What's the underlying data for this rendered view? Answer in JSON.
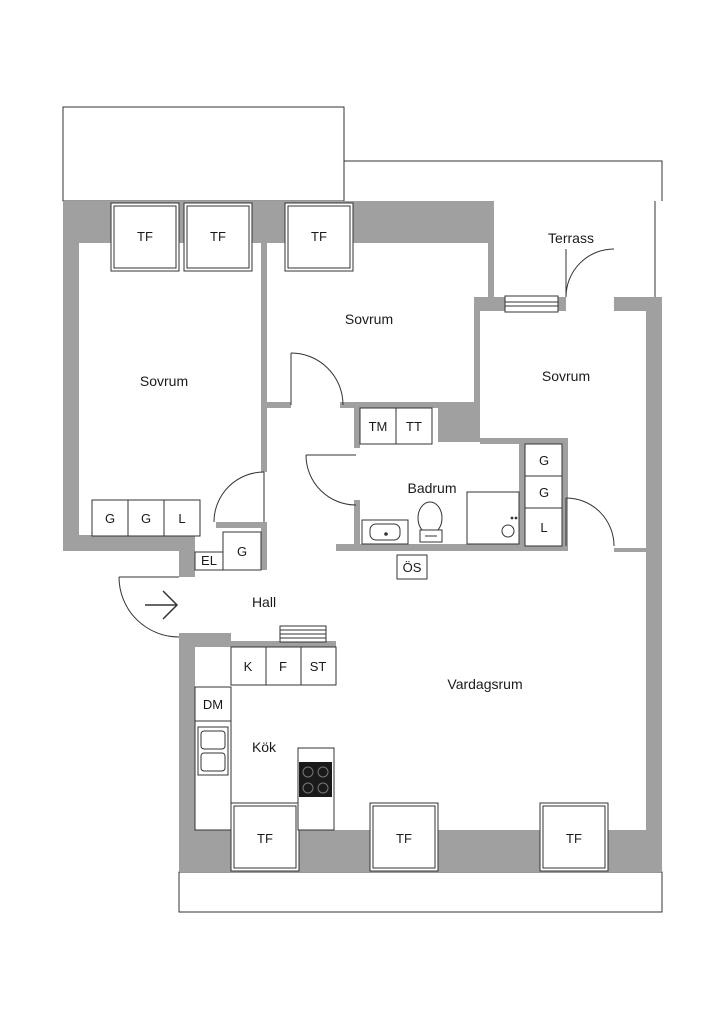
{
  "rooms": {
    "sovrum_1": "Sovrum",
    "sovrum_2": "Sovrum",
    "sovrum_3": "Sovrum",
    "terrass": "Terrass",
    "badrum": "Badrum",
    "hall": "Hall",
    "vardagsrum": "Vardagsrum",
    "kok": "Kök"
  },
  "fixtures": {
    "tf": "TF",
    "tm": "TM",
    "tt": "TT",
    "g": "G",
    "l": "L",
    "el": "EL",
    "os": "ÖS",
    "k": "K",
    "f": "F",
    "st": "ST",
    "dm": "DM"
  },
  "colors": {
    "wall": "#a0a0a0",
    "line": "#333333",
    "background": "#ffffff"
  },
  "icons": [
    "entrance-arrow-icon",
    "sink-icon",
    "toilet-icon",
    "shower-icon",
    "stove-icon",
    "double-sink-icon",
    "radiator-icon"
  ]
}
